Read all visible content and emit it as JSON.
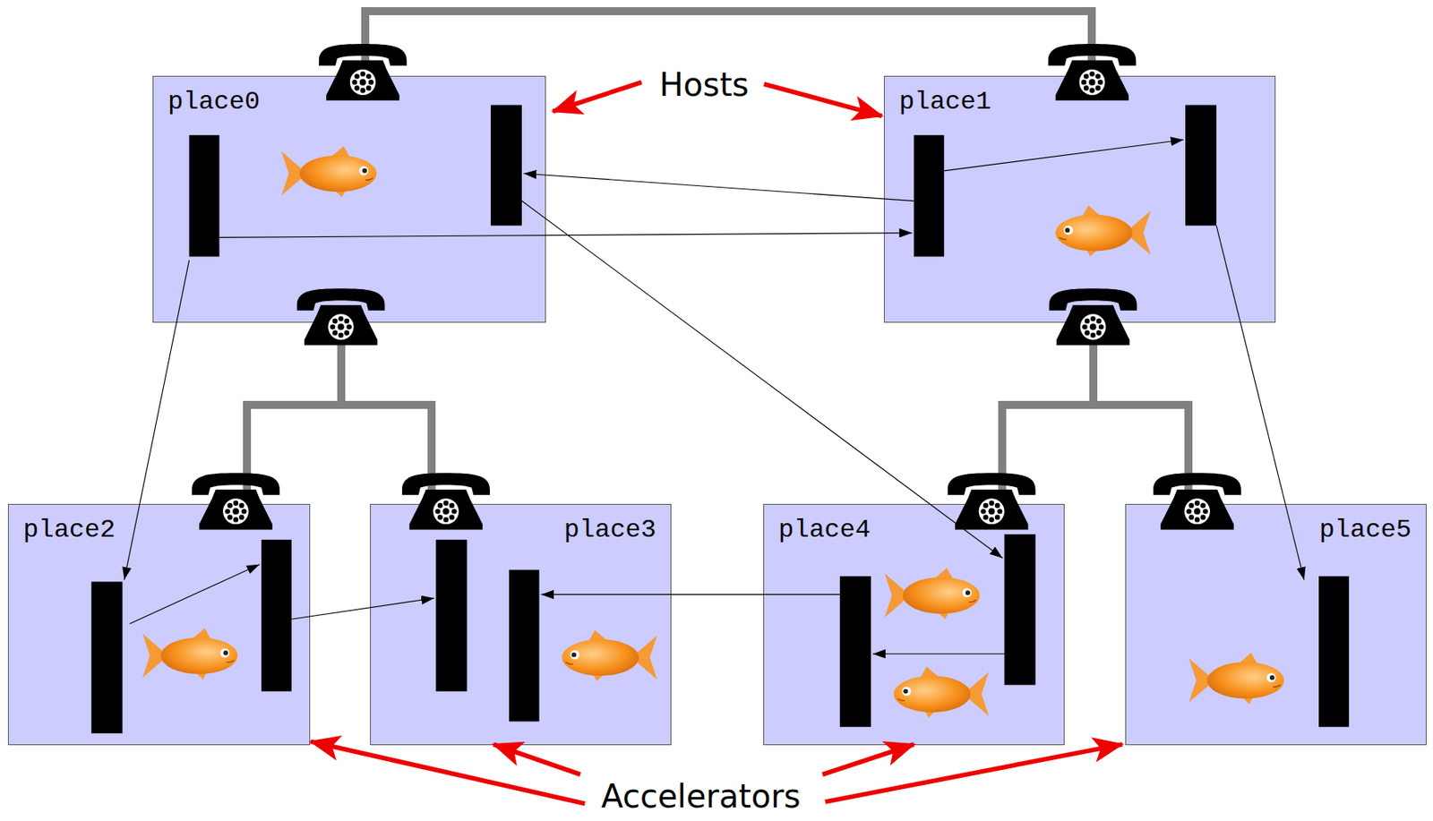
{
  "diagram": {
    "nodes": [
      {
        "text": [
          "place0"
        ]
      },
      {
        "text": [
          "place1"
        ]
      },
      {
        "text": [
          "place2"
        ]
      },
      {
        "text": [
          "place3"
        ]
      },
      {
        "text": [
          "place4"
        ]
      },
      {
        "text": [
          "place5"
        ]
      }
    ],
    "edges": [
      {
        "from": 0,
        "to": 1,
        "arrow": "none"
      },
      {
        "from": 0,
        "to": 2,
        "arrow": "none"
      },
      {
        "from": 0,
        "to": 3,
        "arrow": "none"
      },
      {
        "from": 1,
        "to": 4,
        "arrow": "none"
      },
      {
        "from": 1,
        "to": 5,
        "arrow": "none"
      }
    ],
    "labels": [
      "Hosts",
      "Accelerators"
    ]
  }
}
